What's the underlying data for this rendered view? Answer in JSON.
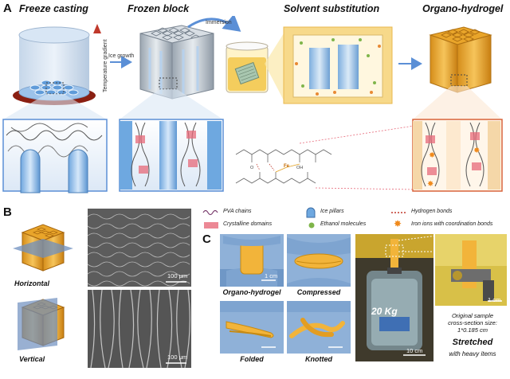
{
  "panel_a": {
    "letter": "A",
    "steps": [
      {
        "title": "Freeze casting"
      },
      {
        "title": "Frozen block"
      },
      {
        "title": "Solvent substitution"
      },
      {
        "title": "Organo-hydrogel"
      }
    ],
    "temperature_gradient": "Temperature gradient",
    "ice_growth": "Ice growth",
    "immersion": "Immersion",
    "chem_labels": {
      "oh": "OH",
      "o": "O",
      "fe": "Fe"
    }
  },
  "panel_b": {
    "letter": "B",
    "horizontal": "Horizontal",
    "vertical": "Vertical",
    "scale_top": "100 μm",
    "scale_bottom": "100 μm"
  },
  "legend": [
    {
      "label": "PVA chains",
      "icon": "wavy-line-icon"
    },
    {
      "label": "Crystalline domains",
      "icon": "crystal-domain-icon"
    },
    {
      "label": "Ice pillars",
      "icon": "ice-pillar-icon"
    },
    {
      "label": "Ethanol molecules",
      "icon": "ethanol-dot-icon"
    },
    {
      "label": "Hydrogen bonds",
      "icon": "dashed-line-icon"
    },
    {
      "label": "Iron ions with coordination bonds",
      "icon": "iron-star-icon"
    }
  ],
  "panel_c": {
    "letter": "C",
    "photos": [
      {
        "caption": "Organo-hydrogel",
        "scale": "1 cm"
      },
      {
        "caption": "Compressed"
      },
      {
        "caption": "Folded"
      },
      {
        "caption": "Knotted"
      }
    ],
    "weight": "20 Kg",
    "scale_weight": "10 cm",
    "scale_clamp": "1 cm",
    "original_line1": "Original sample",
    "original_line2": "cross-section size:",
    "original_line3": "1*0.185 cm",
    "stretched": "Stretched",
    "with_heavy": "with heavy items"
  },
  "colors": {
    "gel": "#e9a52a",
    "ice": "#6ea8e0",
    "crystal": "#e76a7a",
    "arrow": "#5b8fd6",
    "red_arrow": "#c0392b",
    "highlight": "#f7d98a"
  }
}
